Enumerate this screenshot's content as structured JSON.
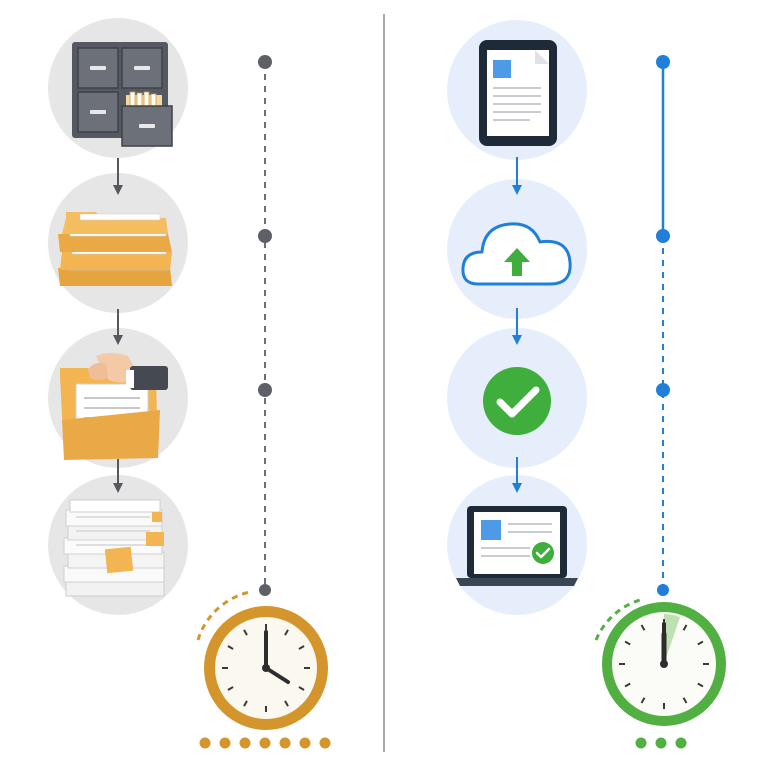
{
  "colors": {
    "paper_gray": "#6b6e73",
    "paper_dot": "#5d6066",
    "paper_circle": "#e6e6e6",
    "folder_orange": "#f2b552",
    "clock_orange": "#d4962c",
    "digital_blue": "#1f7fd9",
    "digital_circle": "#e5eefa",
    "check_green": "#3fae3c",
    "clock_green": "#52b043",
    "divider": "#a8a8a8"
  },
  "paper_process": {
    "steps": [
      {
        "icon": "filing-cabinet-icon"
      },
      {
        "icon": "folder-stack-icon"
      },
      {
        "icon": "hand-folder-icon"
      },
      {
        "icon": "paper-pile-icon"
      }
    ],
    "timeline_style": "dashed",
    "clock": {
      "icon": "clock-icon",
      "time": "4:00"
    },
    "duration_dots": 7
  },
  "digital_process": {
    "steps": [
      {
        "icon": "tablet-document-icon"
      },
      {
        "icon": "cloud-upload-icon"
      },
      {
        "icon": "check-circle-icon"
      },
      {
        "icon": "laptop-check-icon"
      }
    ],
    "timeline_style": "solid-then-dashed",
    "clock": {
      "icon": "clock-icon",
      "time": "12:00"
    },
    "duration_dots": 3
  }
}
